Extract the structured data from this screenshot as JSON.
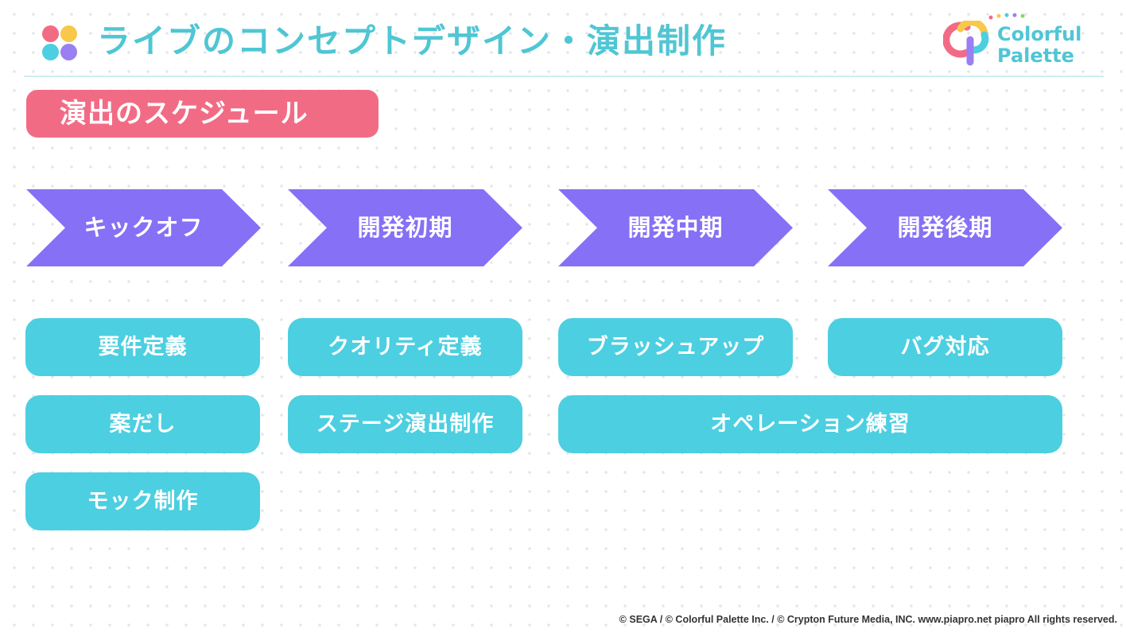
{
  "header": {
    "title": "ライブのコンセプトデザイン・演出制作",
    "logo_text": "Colorful\nPalette",
    "icon": "four-circles-icon"
  },
  "section": {
    "label": "演出のスケジュール"
  },
  "phases": [
    {
      "label": "キックオフ"
    },
    {
      "label": "開発初期"
    },
    {
      "label": "開発中期"
    },
    {
      "label": "開発後期"
    }
  ],
  "tasks": {
    "kickoff": [
      "要件定義",
      "案だし",
      "モック制作"
    ],
    "early": [
      "クオリティ定義",
      "ステージ演出制作"
    ],
    "mid": [
      "ブラッシュアップ"
    ],
    "late": [
      "バグ対応"
    ],
    "mid_late": [
      "オペレーション練習"
    ]
  },
  "footer": {
    "copyright": "© SEGA / © Colorful Palette Inc. / © Crypton Future Media, INC. www.piapro.net piapro All rights reserved."
  },
  "colors": {
    "title": "#4fc6d4",
    "section_pill": "#f26b85",
    "phase": "#8670f5",
    "task": "#4ccfe0"
  }
}
